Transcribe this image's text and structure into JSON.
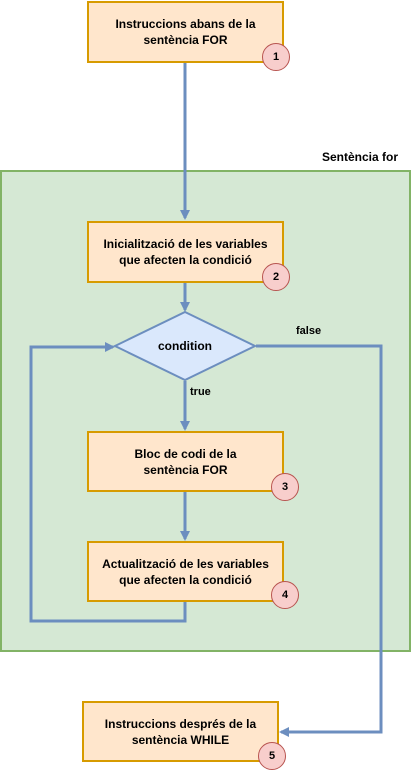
{
  "diagram": {
    "section_title": "Sentència for",
    "condition_label": "condition",
    "edge_true": "true",
    "edge_false": "false",
    "boxes": [
      {
        "text": "Instruccions abans de la\nsentència FOR",
        "badge": "1"
      },
      {
        "text": "Inicialització de les variables\nque afecten la condició",
        "badge": "2"
      },
      {
        "text": "Bloc de codi de la\nsentència FOR",
        "badge": "3"
      },
      {
        "text": "Actualització de les variables\nque afecten la condició",
        "badge": "4"
      },
      {
        "text": "Instruccions després de la\nsentència WHILE",
        "badge": "5"
      }
    ]
  },
  "colors": {
    "section_fill": "#d5e8d4",
    "section_stroke": "#82b366",
    "box_fill": "#ffe6cc",
    "box_stroke": "#d79b00",
    "badge_fill": "#f8cecc",
    "badge_stroke": "#b85450",
    "arrow": "#6c8ebf",
    "decision_fill": "#dae8fc"
  }
}
